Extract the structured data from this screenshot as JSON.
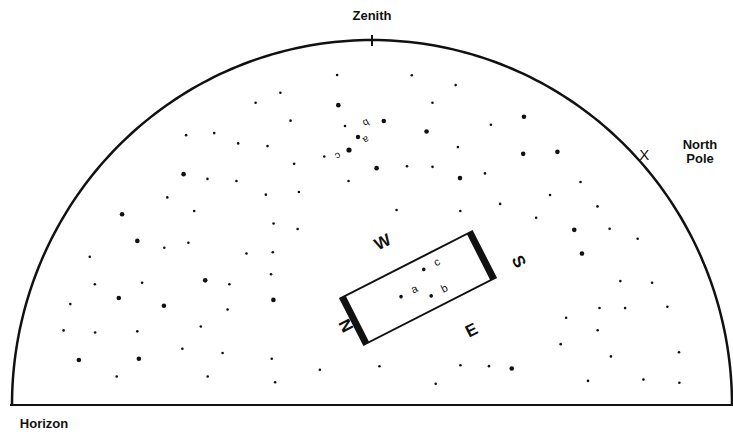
{
  "diagram": {
    "nodes": [
      {
        "text": [
          "c",
          "a",
          "b"
        ]
      }
    ],
    "labels": [
      "Zenith",
      "North Pole",
      "X",
      "Horizon",
      "W",
      "S",
      "N",
      "E",
      "b",
      "a",
      "c"
    ]
  }
}
